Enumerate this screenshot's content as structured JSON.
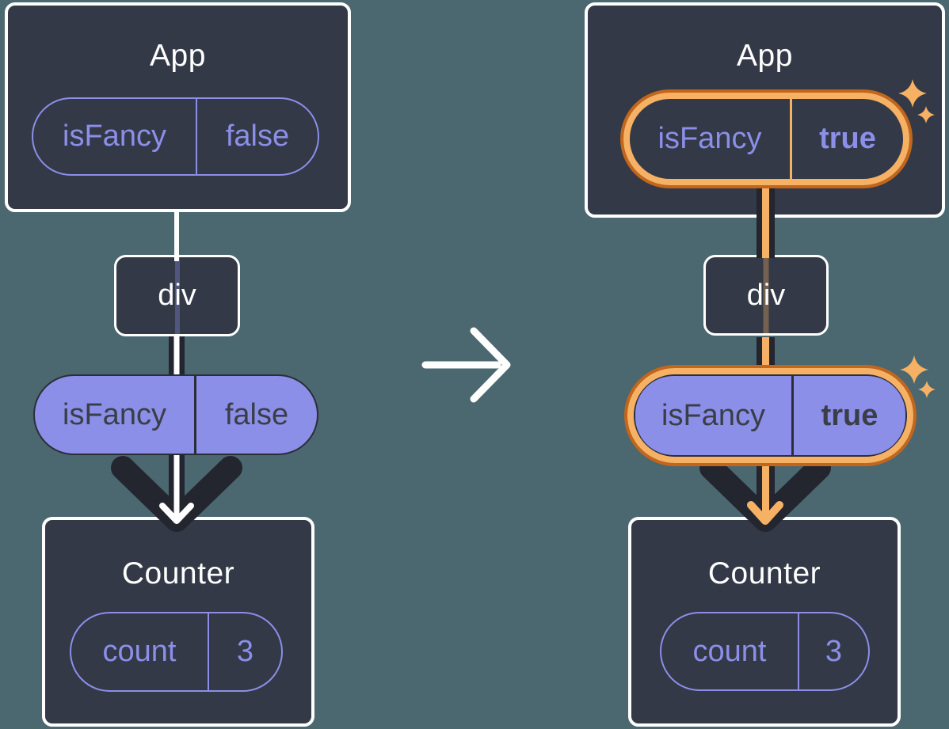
{
  "colors": {
    "background": "#4B6770",
    "card_bg": "#333947",
    "card_border": "#FFFFFF",
    "purple": "#8B8FE8",
    "dark_casing": "#23252F",
    "dark_text": "#3A3E47",
    "highlight_orange_dark": "#C2661B",
    "highlight_orange_light": "#F6B164",
    "white": "#FFFFFF"
  },
  "icons": {
    "transition_arrow": "right-arrow",
    "sparkle": "four-point-sparkle",
    "flow_arrow": "down-arrow"
  },
  "before": {
    "app": {
      "title": "App",
      "state": {
        "name": "isFancy",
        "value": "false"
      }
    },
    "div_label": "div",
    "prop": {
      "name": "isFancy",
      "value": "false"
    },
    "counter": {
      "title": "Counter",
      "state": {
        "name": "count",
        "value": "3"
      }
    }
  },
  "after": {
    "app": {
      "title": "App",
      "state": {
        "name": "isFancy",
        "value": "true"
      }
    },
    "div_label": "div",
    "prop": {
      "name": "isFancy",
      "value": "true"
    },
    "counter": {
      "title": "Counter",
      "state": {
        "name": "count",
        "value": "3"
      }
    }
  }
}
